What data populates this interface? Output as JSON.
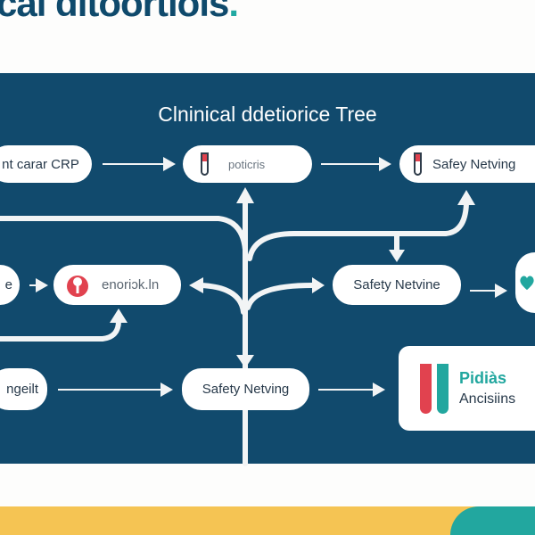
{
  "header": {
    "text": "cal ditoortiols",
    "dot": "."
  },
  "diagram": {
    "title": "Clninical ddetiorice Tree",
    "nodes": {
      "n1": "nt carar CRP",
      "n2": "poticris",
      "n3": "Safey Netving",
      "n4": "e",
      "n5": "enoriɔk.ln",
      "n6": "Safety Netvine",
      "n8": "ngeilt",
      "n9": "Safety Netving"
    },
    "card": {
      "title": "Pidiàs",
      "subtitle": "Ancisiins"
    }
  },
  "colors": {
    "panel": "#114a6d",
    "accent_red": "#e1424f",
    "accent_teal": "#22a79f",
    "band": "#f5c453"
  }
}
